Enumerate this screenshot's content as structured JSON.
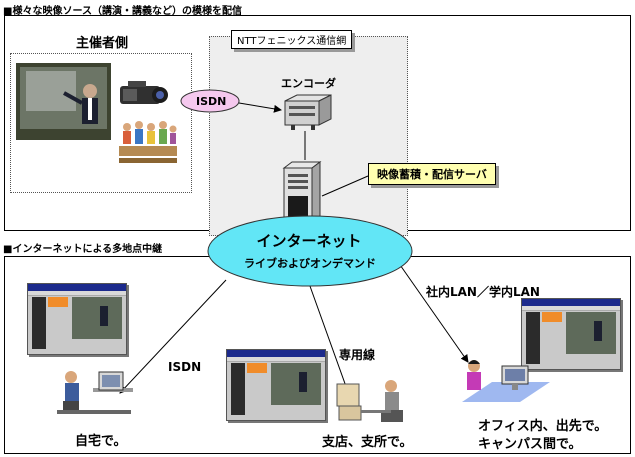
{
  "top_section": {
    "title": "■様々な映像ソース（講演・講義など）の模様を配信",
    "organizer": "主催者側",
    "ntt_network": "NTTフェニックス通信網",
    "isdn": "ISDN",
    "encoder": "エンコーダ",
    "server": "映像蓄積・配信サーバ"
  },
  "internet": {
    "title": "インターネット",
    "subtitle": "ライブおよびオンデマンド"
  },
  "bottom_section": {
    "title": "■インターネットによる多地点中継",
    "isdn": "ISDN",
    "leased_line": "専用線",
    "lan": "社内LAN／学内LAN",
    "home_caption": "自宅で。",
    "branch_caption": "支店、支所で。",
    "office_caption_line1": "オフィス内、出先で。",
    "office_caption_line2": "キャンパス間で。"
  }
}
